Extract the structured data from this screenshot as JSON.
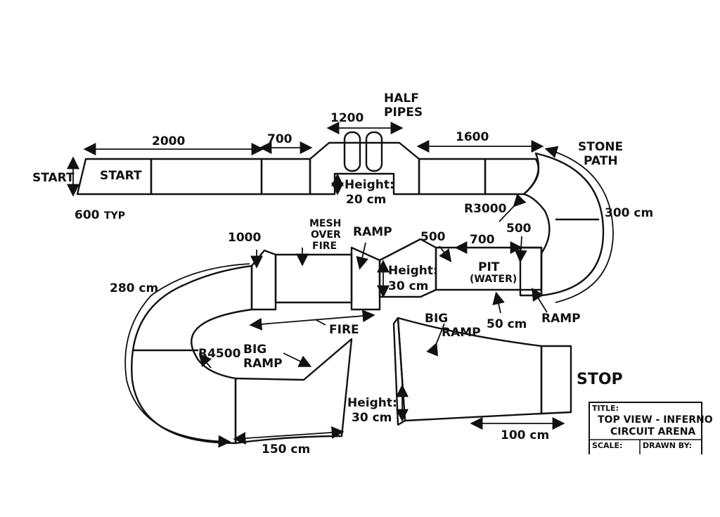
{
  "labels": {
    "start_side": "START",
    "start_panel": "START",
    "dim_2000": "2000",
    "dim_700_top": "700",
    "dim_1200": "1200",
    "half_pipes_1": "HALF",
    "half_pipes_2": "PIPES",
    "dim_1600": "1600",
    "stone_path_1": "STONE",
    "stone_path_2": "PATH",
    "height_20_1": "Height:",
    "height_20_2": "20 cm",
    "dim_600": "600",
    "typ": "TYP",
    "r3000": "R3000",
    "dim_300cm": "300 cm",
    "dim_1000": "1000",
    "mesh_1": "MESH",
    "mesh_2": "OVER",
    "mesh_3": "FIRE",
    "ramp_mid": "RAMP",
    "dim_500_left": "500",
    "dim_500_right": "500",
    "dim_700_pit": "700",
    "pit_1": "PIT",
    "pit_2": "(WATER)",
    "height_30_mid_1": "Height:",
    "height_30_mid_2": "30 cm",
    "dim_280cm": "280 cm",
    "fire": "FIRE",
    "big_ramp_right_1": "BIG",
    "big_ramp_right_2": "RAMP",
    "dim_50cm": "50 cm",
    "ramp_right": "RAMP",
    "r4500": "R4500",
    "big_ramp_left_1": "BIG",
    "big_ramp_left_2": "RAMP",
    "stop": "STOP",
    "height_30_low_1": "Height:",
    "height_30_low_2": "30 cm",
    "dim_100cm": "100 cm",
    "dim_150cm": "150 cm"
  },
  "title_block": {
    "title_label": "TITLE:",
    "title_line_1": "TOP VIEW - INFERNO",
    "title_line_2": "CIRCUIT ARENA",
    "scale_label": "SCALE:",
    "drawn_by_label": "DRAWN BY:"
  }
}
